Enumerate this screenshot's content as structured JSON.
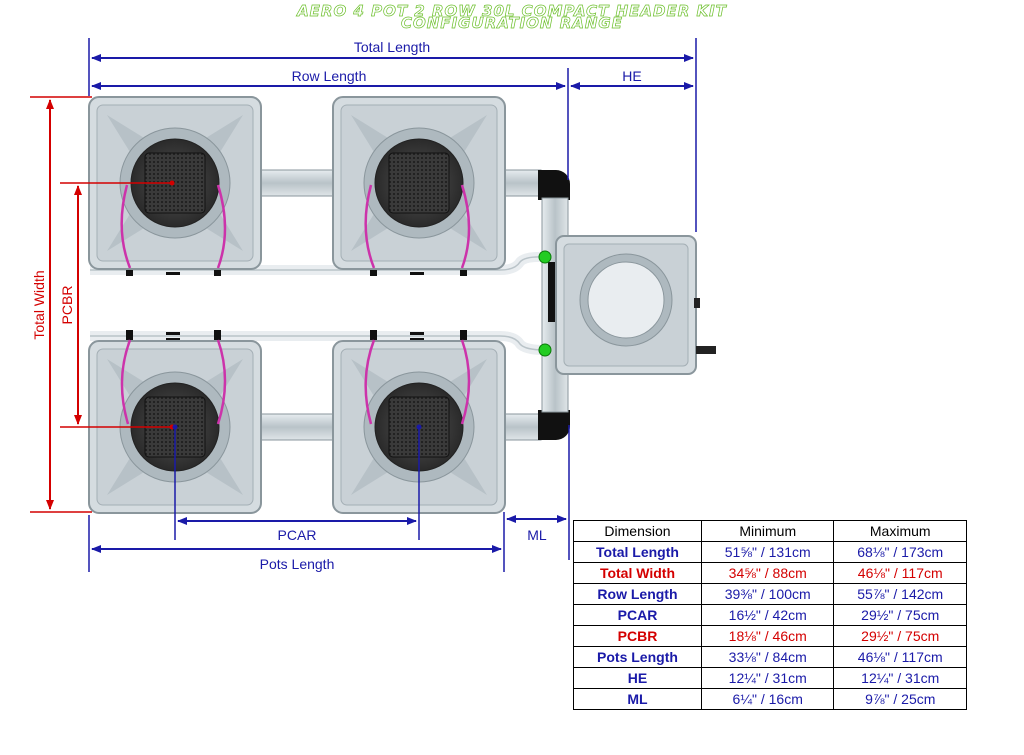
{
  "title": {
    "line1": "AERO 4 POT 2 ROW 30L COMPACT HEADER KIT",
    "line2": "CONFIGURATION RANGE"
  },
  "labels": {
    "total_length": "Total Length",
    "row_length": "Row Length",
    "he": "HE",
    "total_width": "Total Width",
    "pcbr": "PCBR",
    "pcar": "PCAR",
    "ml": "ML",
    "pots_length": "Pots Length"
  },
  "colors": {
    "blue": "#1a1aa8",
    "red": "#d40000",
    "pot": "#d3dade",
    "pipe": "#c7cfd3",
    "tube": "#cc33aa",
    "connector": "#22cc22"
  },
  "table": {
    "headers": [
      "Dimension",
      "Minimum",
      "Maximum"
    ],
    "rows": [
      {
        "dimension": "Total Length",
        "minimum": "51⅝\" / 131cm",
        "maximum": "68⅛\" / 173cm",
        "color": "#1a1aa8"
      },
      {
        "dimension": "Total Width",
        "minimum": "34⅝\" / 88cm",
        "maximum": "46⅛\" / 117cm",
        "color": "#d40000"
      },
      {
        "dimension": "Row Length",
        "minimum": "39⅜\" / 100cm",
        "maximum": "55⅞\" / 142cm",
        "color": "#1a1aa8"
      },
      {
        "dimension": "PCAR",
        "minimum": "16½\" / 42cm",
        "maximum": "29½\" / 75cm",
        "color": "#1a1aa8"
      },
      {
        "dimension": "PCBR",
        "minimum": "18⅛\" / 46cm",
        "maximum": "29½\" / 75cm",
        "color": "#d40000"
      },
      {
        "dimension": "Pots Length",
        "minimum": "33⅛\" / 84cm",
        "maximum": "46⅛\" / 117cm",
        "color": "#1a1aa8"
      },
      {
        "dimension": "HE",
        "minimum": "12¼\" / 31cm",
        "maximum": "12¼\" / 31cm",
        "color": "#1a1aa8"
      },
      {
        "dimension": "ML",
        "minimum": "6¼\" / 16cm",
        "maximum": "9⅞\" / 25cm",
        "color": "#1a1aa8"
      }
    ]
  }
}
